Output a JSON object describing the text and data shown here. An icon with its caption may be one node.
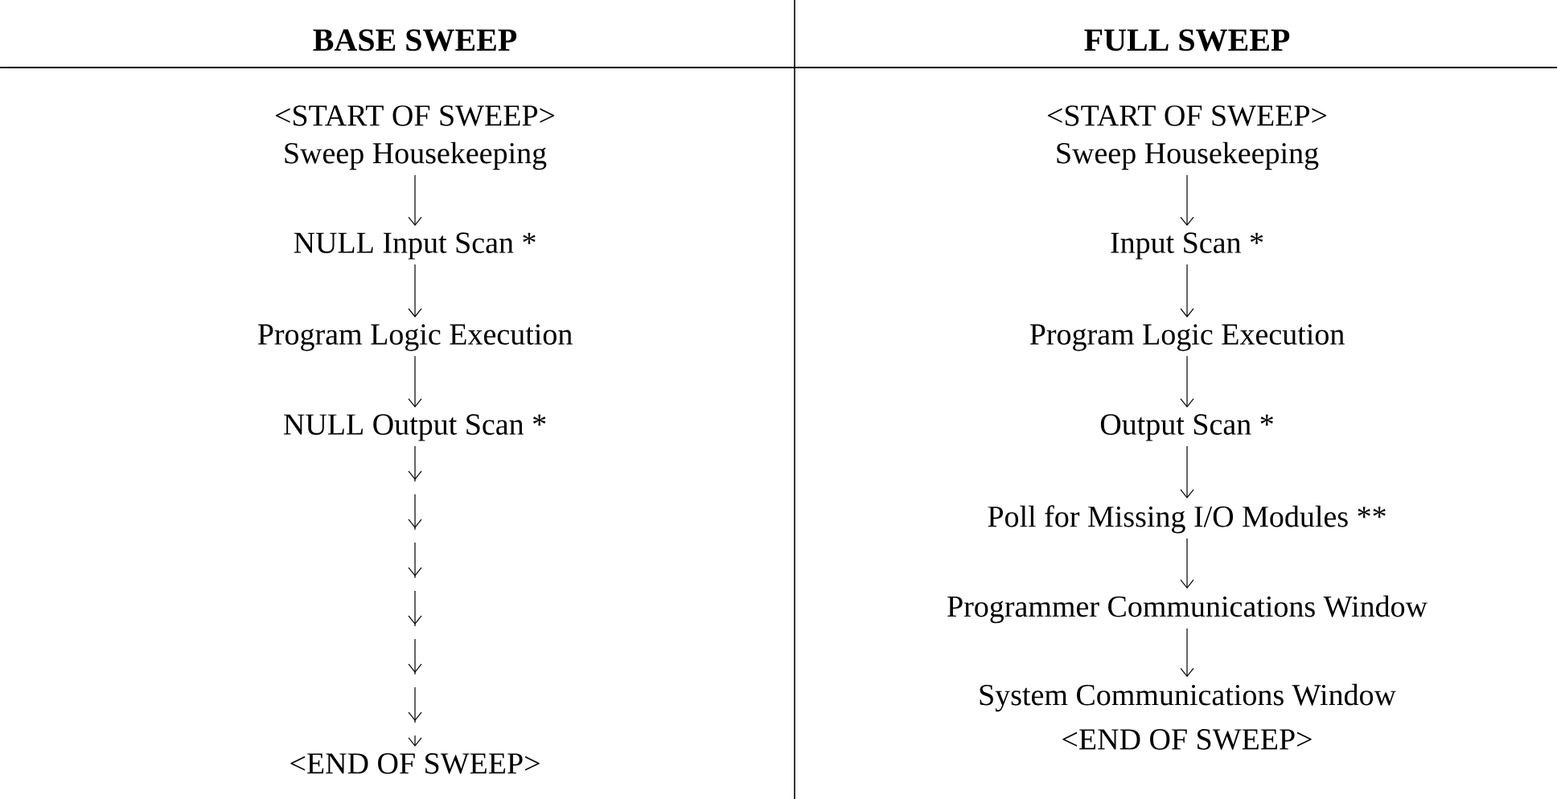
{
  "diagram": {
    "nodes": [
      {
        "text": [
          "Sweep Housekeeping"
        ]
      },
      {
        "text": [
          "NULL Input Scan *"
        ]
      },
      {
        "text": [
          "Program Logic Execution"
        ]
      },
      {
        "text": [
          "NULL Output Scan *"
        ]
      },
      {
        "text": [
          "<END OF SWEEP>"
        ]
      },
      {
        "text": [
          "Sweep Housekeeping"
        ]
      },
      {
        "text": [
          "Input Scan *"
        ]
      },
      {
        "text": [
          "Program Logic Execution"
        ]
      },
      {
        "text": [
          "Output Scan *"
        ]
      },
      {
        "text": [
          "Poll for Missing I/O Modules **"
        ]
      },
      {
        "text": [
          "Programmer Communications Window"
        ]
      },
      {
        "text": [
          "System Communications Window"
        ]
      }
    ],
    "edges": [
      {
        "from": 0,
        "to": 1,
        "arrow": "to"
      },
      {
        "from": 1,
        "to": 2,
        "arrow": "to"
      },
      {
        "from": 2,
        "to": 3,
        "arrow": "to"
      },
      {
        "from": 3,
        "to": 4,
        "arrow": "to",
        "style": "dashed"
      },
      {
        "from": 5,
        "to": 6,
        "arrow": "to"
      },
      {
        "from": 6,
        "to": 7,
        "arrow": "to"
      },
      {
        "from": 7,
        "to": 8,
        "arrow": "to"
      },
      {
        "from": 8,
        "to": 9,
        "arrow": "to"
      },
      {
        "from": 9,
        "to": 10,
        "arrow": "to"
      },
      {
        "from": 10,
        "to": 11,
        "arrow": "to"
      }
    ],
    "labels": [
      "BASE SWEEP",
      "FULL SWEEP",
      "<START OF SWEEP>",
      "<START OF SWEEP>",
      "<END OF SWEEP>"
    ]
  }
}
